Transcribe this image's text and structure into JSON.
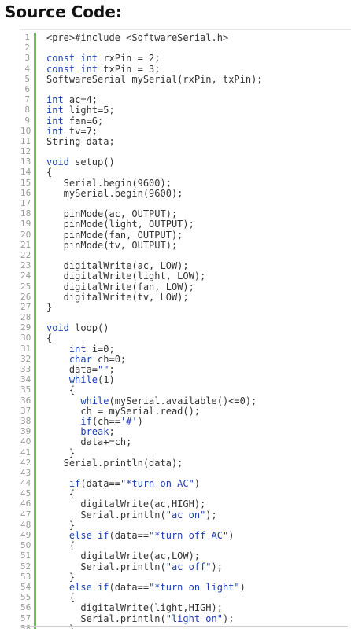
{
  "heading": "Source Code:",
  "code": [
    [
      {
        "t": "<pre>#include <SoftwareSerial.h>"
      }
    ],
    [],
    [
      {
        "t": "const int",
        "k": 1
      },
      {
        "t": " rxPin = 2;"
      }
    ],
    [
      {
        "t": "const int",
        "k": 1
      },
      {
        "t": " txPin = 3;"
      }
    ],
    [
      {
        "t": "SoftwareSerial mySerial(rxPin, txPin);"
      }
    ],
    [],
    [
      {
        "t": "int",
        "k": 1
      },
      {
        "t": " ac=4;"
      }
    ],
    [
      {
        "t": "int",
        "k": 1
      },
      {
        "t": " light=5;"
      }
    ],
    [
      {
        "t": "int",
        "k": 1
      },
      {
        "t": " fan=6;"
      }
    ],
    [
      {
        "t": "int",
        "k": 1
      },
      {
        "t": " tv=7;"
      }
    ],
    [
      {
        "t": "String data;"
      }
    ],
    [],
    [
      {
        "t": "void",
        "k": 1
      },
      {
        "t": " setup()"
      }
    ],
    [
      {
        "t": "{"
      }
    ],
    [
      {
        "t": "   Serial.begin(9600);"
      }
    ],
    [
      {
        "t": "   mySerial.begin(9600);"
      }
    ],
    [],
    [
      {
        "t": "   pinMode(ac, OUTPUT);"
      }
    ],
    [
      {
        "t": "   pinMode(light, OUTPUT);"
      }
    ],
    [
      {
        "t": "   pinMode(fan, OUTPUT);"
      }
    ],
    [
      {
        "t": "   pinMode(tv, OUTPUT);"
      }
    ],
    [],
    [
      {
        "t": "   digitalWrite(ac, LOW);"
      }
    ],
    [
      {
        "t": "   digitalWrite(light, LOW);"
      }
    ],
    [
      {
        "t": "   digitalWrite(fan, LOW);"
      }
    ],
    [
      {
        "t": "   digitalWrite(tv, LOW);"
      }
    ],
    [
      {
        "t": "}"
      }
    ],
    [],
    [
      {
        "t": "void",
        "k": 1
      },
      {
        "t": " loop()"
      }
    ],
    [
      {
        "t": "{"
      }
    ],
    [
      {
        "t": "    "
      },
      {
        "t": "int",
        "k": 1
      },
      {
        "t": " i=0;"
      }
    ],
    [
      {
        "t": "    "
      },
      {
        "t": "char",
        "k": 1
      },
      {
        "t": " ch=0;"
      }
    ],
    [
      {
        "t": "    data="
      },
      {
        "t": "\"\"",
        "s": 1
      },
      {
        "t": ";"
      }
    ],
    [
      {
        "t": "    "
      },
      {
        "t": "while",
        "k": 1
      },
      {
        "t": "(1)"
      }
    ],
    [
      {
        "t": "    {"
      }
    ],
    [
      {
        "t": "      "
      },
      {
        "t": "while",
        "k": 1
      },
      {
        "t": "(mySerial.available()<=0);"
      }
    ],
    [
      {
        "t": "      ch = mySerial.read();"
      }
    ],
    [
      {
        "t": "      "
      },
      {
        "t": "if",
        "k": 1
      },
      {
        "t": "(ch=="
      },
      {
        "t": "'#'",
        "s": 1
      },
      {
        "t": ")"
      }
    ],
    [
      {
        "t": "      "
      },
      {
        "t": "break",
        "k": 1
      },
      {
        "t": ";"
      }
    ],
    [
      {
        "t": "      data+=ch;"
      }
    ],
    [
      {
        "t": "    }"
      }
    ],
    [
      {
        "t": "   Serial.println(data);"
      }
    ],
    [],
    [
      {
        "t": "    "
      },
      {
        "t": "if",
        "k": 1
      },
      {
        "t": "(data=="
      },
      {
        "t": "\"*turn on AC\"",
        "s": 1
      },
      {
        "t": ")"
      }
    ],
    [
      {
        "t": "    {"
      }
    ],
    [
      {
        "t": "      digitalWrite(ac,HIGH);"
      }
    ],
    [
      {
        "t": "      Serial.println("
      },
      {
        "t": "\"ac on\"",
        "s": 1
      },
      {
        "t": ");"
      }
    ],
    [
      {
        "t": "    }"
      }
    ],
    [
      {
        "t": "    "
      },
      {
        "t": "else if",
        "k": 1
      },
      {
        "t": "(data=="
      },
      {
        "t": "\"*turn off AC\"",
        "s": 1
      },
      {
        "t": ")"
      }
    ],
    [
      {
        "t": "    {"
      }
    ],
    [
      {
        "t": "      digitalWrite(ac,LOW);"
      }
    ],
    [
      {
        "t": "      Serial.println("
      },
      {
        "t": "\"ac off\"",
        "s": 1
      },
      {
        "t": ");"
      }
    ],
    [
      {
        "t": "    }"
      }
    ],
    [
      {
        "t": "    "
      },
      {
        "t": "else if",
        "k": 1
      },
      {
        "t": "(data=="
      },
      {
        "t": "\"*turn on light\"",
        "s": 1
      },
      {
        "t": ")"
      }
    ],
    [
      {
        "t": "    {"
      }
    ],
    [
      {
        "t": "      digitalWrite(light,HIGH);"
      }
    ],
    [
      {
        "t": "      Serial.println("
      },
      {
        "t": "\"light on\"",
        "s": 1
      },
      {
        "t": ");"
      }
    ],
    [
      {
        "t": "    }"
      }
    ]
  ]
}
